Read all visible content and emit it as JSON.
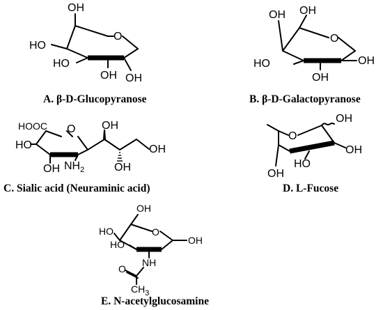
{
  "captions": {
    "a": "A. β-D-Glucopyranose",
    "b": "B. β-D-Galactopyranose",
    "c": "C. Sialic acid (Neuraminic acid)",
    "d": "D. L-Fucose",
    "e": "E. N-acetylglucosamine"
  },
  "structures": {
    "a": {
      "oh6": "OH",
      "oh4": "HO",
      "oh3": "HO",
      "oh2": "OH",
      "oh1": "OH",
      "ring_o": "O"
    },
    "b": {
      "oh4": "OH",
      "oh6": "OH",
      "oh3": "HO",
      "oh2": "OH",
      "oh1": "OH",
      "ring_o": "O"
    },
    "c": {
      "cooh": "HOOC",
      "ring_o": "O",
      "oh4": "HO",
      "oh_side1": "OH",
      "oh_side2": "OH",
      "oh_side3": "OH",
      "oh_ring": "OH",
      "nh2": "NH",
      "nh2_sub": "2"
    },
    "d": {
      "oh1": "OH",
      "ring_o": "O",
      "oh2": "OH",
      "oh3": "HO",
      "oh4": "OH"
    },
    "e": {
      "oh6": "OH",
      "oh4": "HO",
      "oh3": "HO",
      "ring_o": "O",
      "oh1": "OH",
      "nh": "NH",
      "carbonyl_o": "O",
      "methyl": "CH",
      "methyl_sub": "3"
    }
  }
}
